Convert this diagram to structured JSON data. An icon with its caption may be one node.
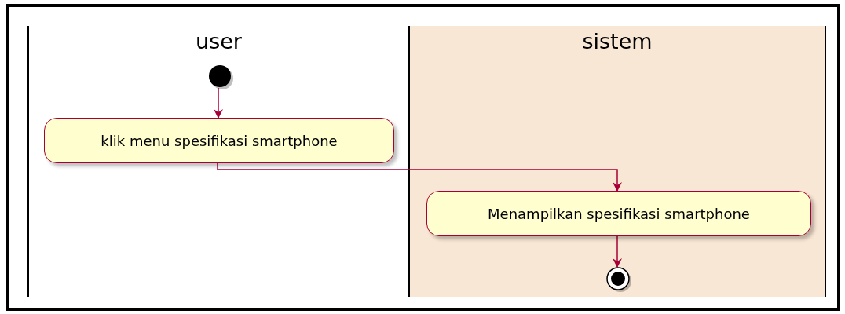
{
  "diagram": {
    "nodes": [
      {
        "text": [
          "user"
        ]
      },
      {
        "text": [
          "sistem"
        ]
      },
      {
        "text": [],
        "shape": "circle",
        "in": 0
      },
      {
        "text": [
          "klik menu spesifikasi smartphone"
        ],
        "in": 0
      },
      {
        "text": [
          "Menampilkan spesifikasi smartphone"
        ],
        "in": 1
      },
      {
        "text": [],
        "shape": "circle",
        "in": 1
      }
    ],
    "edges": [
      {
        "from": 2,
        "to": 3,
        "arrow": "to"
      },
      {
        "from": 3,
        "to": 4,
        "arrow": "to"
      },
      {
        "from": 4,
        "to": 5,
        "arrow": "to"
      }
    ]
  }
}
